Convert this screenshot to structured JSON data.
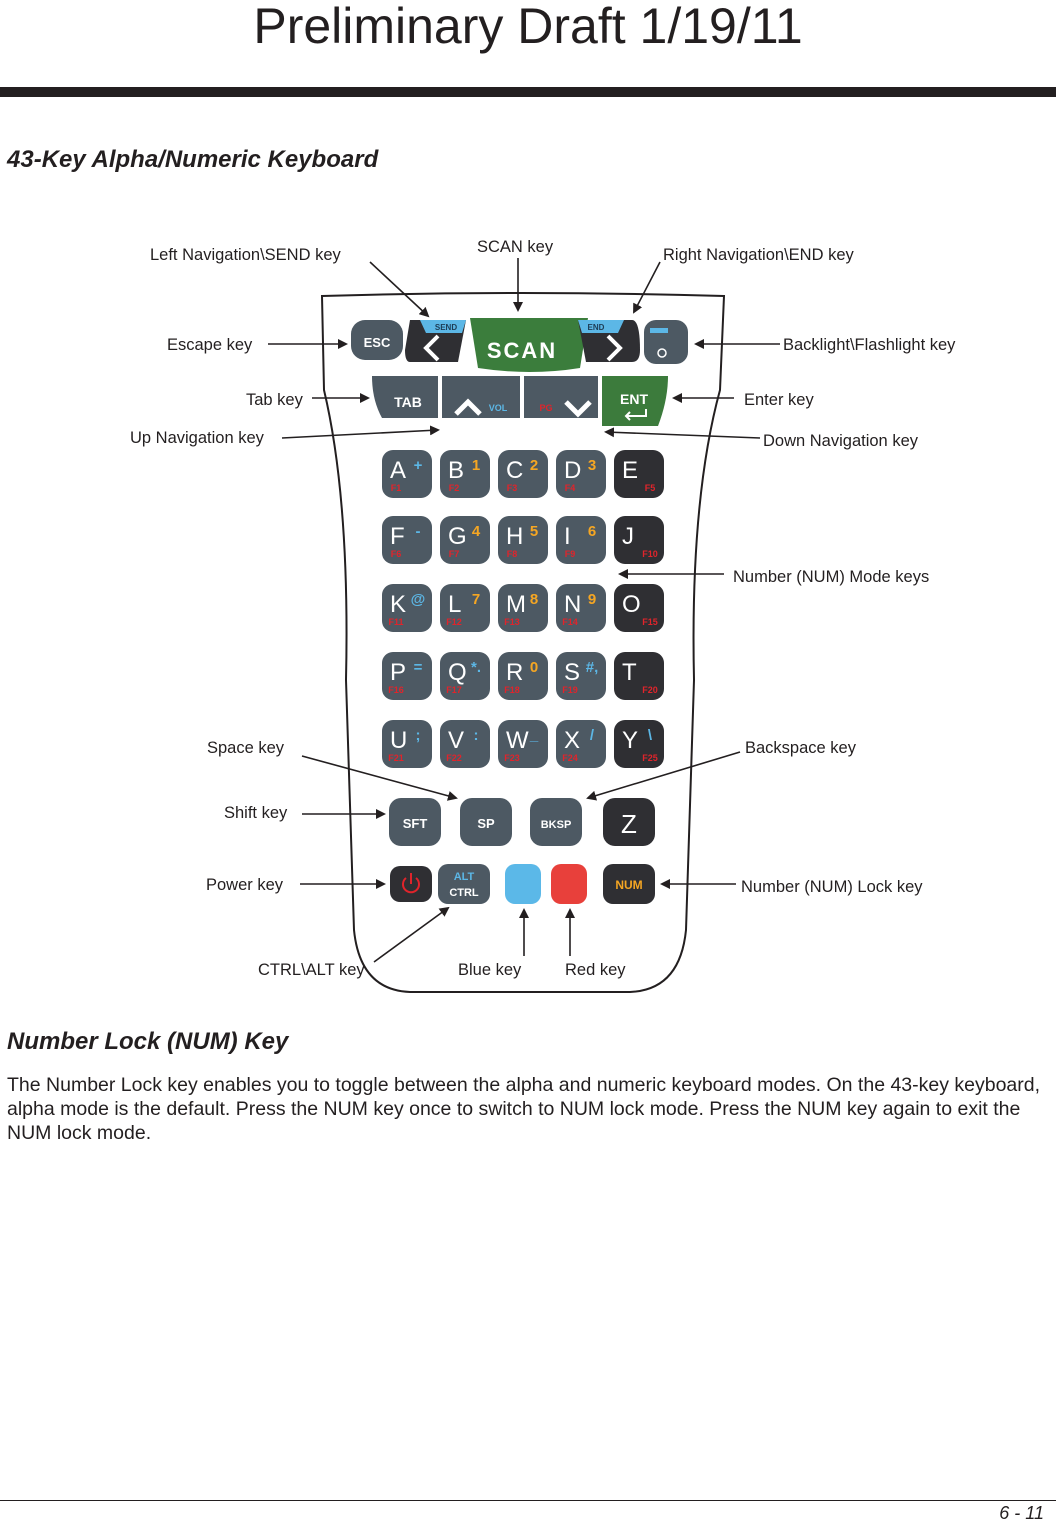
{
  "header": {
    "banner": "Preliminary Draft 1/19/11"
  },
  "section1": {
    "title": "43-Key Alpha/Numeric Keyboard"
  },
  "diagram": {
    "callouts": {
      "left_nav": "Left Navigation\\SEND key",
      "scan": "SCAN key",
      "right_nav": "Right Navigation\\END key",
      "escape": "Escape key",
      "backlight": "Backlight\\Flashlight key",
      "tab": "Tab key",
      "enter": "Enter key",
      "up_nav": "Up Navigation key",
      "down_nav": "Down Navigation key",
      "num_mode": "Number (NUM) Mode keys",
      "space": "Space key",
      "backspace": "Backspace key",
      "shift": "Shift key",
      "power": "Power key",
      "num_lock": "Number (NUM) Lock key",
      "ctrl_alt": "CTRL\\ALT key",
      "blue": "Blue key",
      "red": "Red key"
    },
    "keys": {
      "esc": "ESC",
      "send": "SEND",
      "scan": "SCAN",
      "end": "END",
      "tab": "TAB",
      "vol": "VOL",
      "pg": "PG",
      "ent": "ENT",
      "sft": "SFT",
      "sp": "SP",
      "bksp": "BKSP",
      "z": "Z",
      "alt": "ALT",
      "ctrl": "CTRL",
      "num": "NUM"
    },
    "grid": [
      [
        {
          "l": "A",
          "s": "+",
          "f": "F1"
        },
        {
          "l": "B",
          "s": "1",
          "f": "F2"
        },
        {
          "l": "C",
          "s": "2",
          "f": "F3"
        },
        {
          "l": "D",
          "s": "3",
          "f": "F4"
        },
        {
          "l": "E",
          "s": "",
          "f": "F5"
        }
      ],
      [
        {
          "l": "F",
          "s": "-",
          "f": "F6"
        },
        {
          "l": "G",
          "s": "4",
          "f": "F7"
        },
        {
          "l": "H",
          "s": "5",
          "f": "F8"
        },
        {
          "l": "I",
          "s": "6",
          "f": "F9"
        },
        {
          "l": "J",
          "s": "",
          "f": "F10"
        }
      ],
      [
        {
          "l": "K",
          "s": "@",
          "f": "F11"
        },
        {
          "l": "L",
          "s": "7",
          "f": "F12"
        },
        {
          "l": "M",
          "s": "8",
          "f": "F13"
        },
        {
          "l": "N",
          "s": "9",
          "f": "F14"
        },
        {
          "l": "O",
          "s": "",
          "f": "F15"
        }
      ],
      [
        {
          "l": "P",
          "s": "=",
          "f": "F16"
        },
        {
          "l": "Q",
          "s": "*.",
          "f": "F17"
        },
        {
          "l": "R",
          "s": "0",
          "f": "F18"
        },
        {
          "l": "S",
          "s": "#,",
          "f": "F19"
        },
        {
          "l": "T",
          "s": "",
          "f": "F20"
        }
      ],
      [
        {
          "l": "U",
          "s": ";",
          "f": "F21"
        },
        {
          "l": "V",
          "s": ":",
          "f": "F22"
        },
        {
          "l": "W",
          "s": "_",
          "f": "F23"
        },
        {
          "l": "X",
          "s": "/",
          "f": "F24"
        },
        {
          "l": "Y",
          "s": "\\",
          "f": "F25"
        }
      ]
    ],
    "colors": {
      "key_gray": "#4d5963",
      "key_dark": "#2f2f33",
      "scan_green": "#3b7d3c",
      "ent_green": "#3c7b3c",
      "send_blue": "#5cb7e6",
      "num_yellow": "#f5a623",
      "fn_red": "#e0242b",
      "blue_key": "#5bb8e8",
      "red_key": "#e8403b",
      "alt_blue": "#5cb7e6"
    }
  },
  "section2": {
    "title": "Number Lock (NUM) Key",
    "body": "The Number Lock key enables you to toggle between the alpha and numeric keyboard modes. On the 43-key keyboard, alpha mode is the default. Press the NUM key once to switch to NUM lock mode. Press the NUM key again to exit the NUM lock mode."
  },
  "footer": {
    "page_number": "6 - 11"
  }
}
